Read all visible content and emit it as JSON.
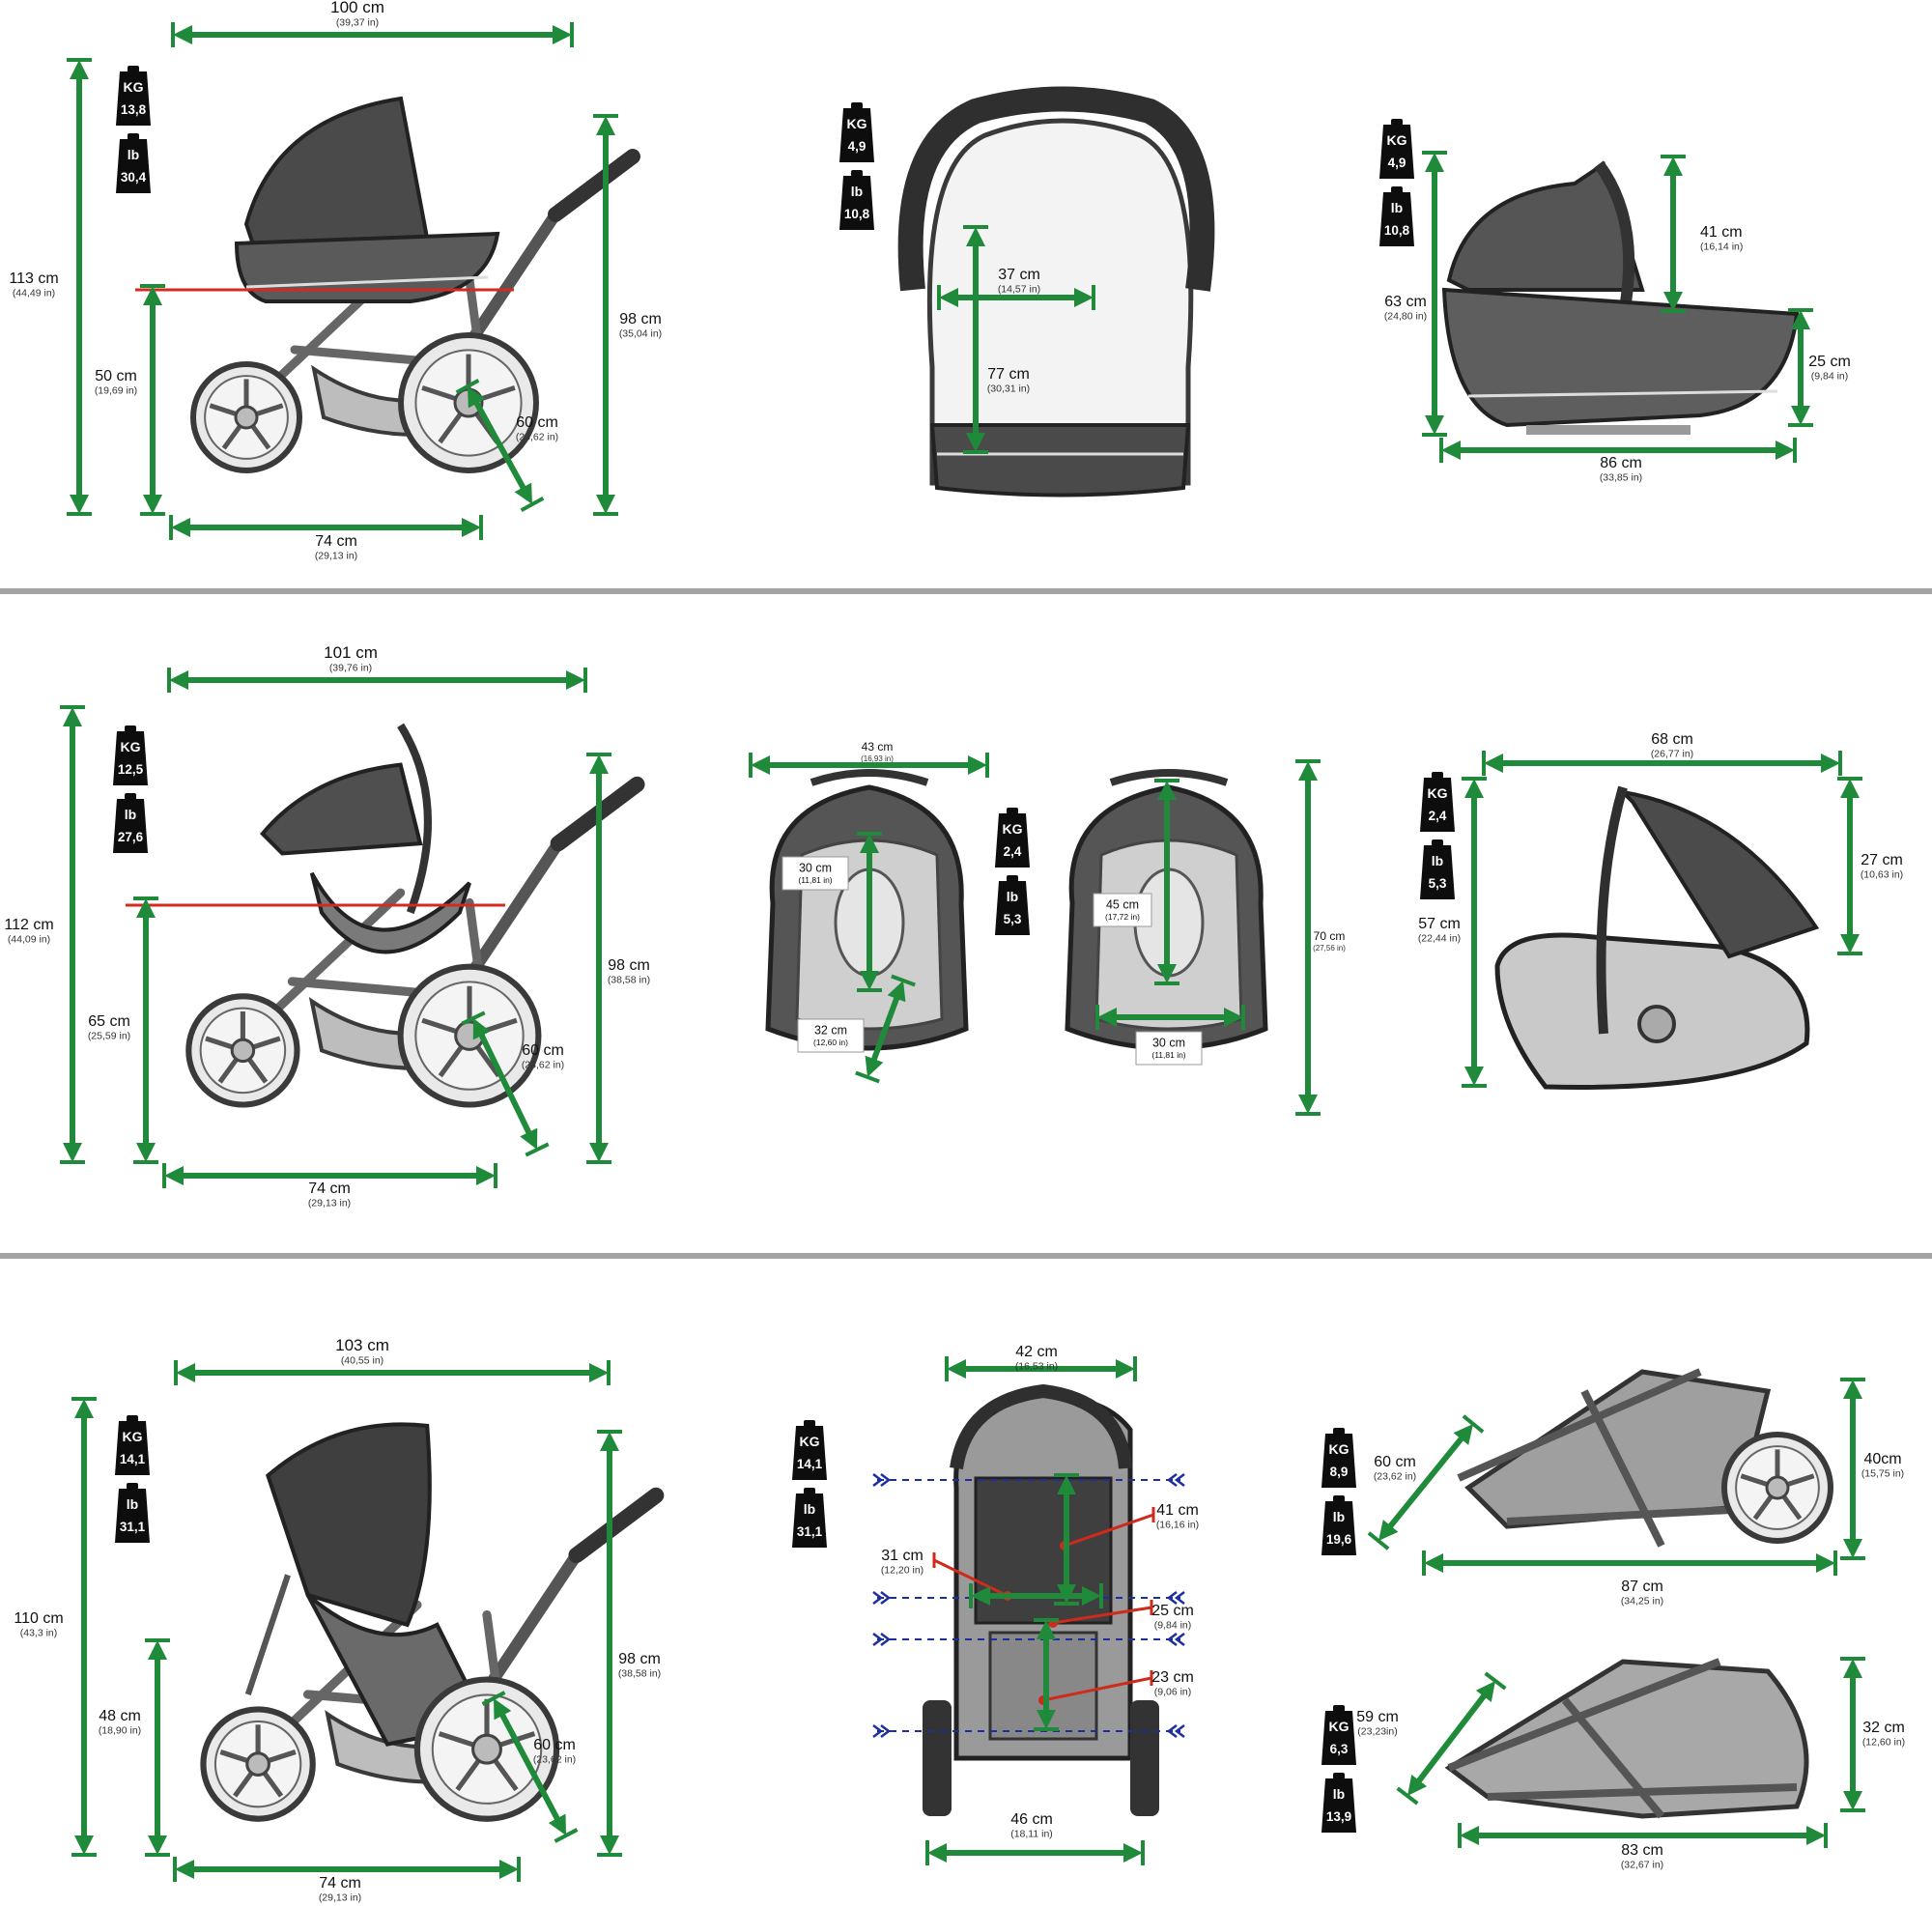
{
  "colors": {
    "arrow": "#1f8a3a",
    "reference_line": "#d42a1f",
    "callout": "#cf2a1c",
    "guide": "#1d2f9c",
    "divider": "#a3a3a3",
    "weight_tag": "#0d0d0d",
    "sketch": "#3a3a3a"
  },
  "icons": {
    "weight": "weight-icon"
  },
  "panels": [
    {
      "id": "r1-stroller",
      "weights": [
        {
          "unit": "KG",
          "value": "13,8"
        },
        {
          "unit": "lb",
          "value": "30,4"
        }
      ],
      "dims": [
        {
          "id": "length",
          "main": "100 cm",
          "sub": "(39,37 in)"
        },
        {
          "id": "height",
          "main": "113 cm",
          "sub": "(44,49 in)"
        },
        {
          "id": "seat",
          "main": "50 cm",
          "sub": "(19,69 in)"
        },
        {
          "id": "handle",
          "main": "98 cm",
          "sub": "(35,04 in)"
        },
        {
          "id": "wheel",
          "main": "60 cm",
          "sub": "(23,62 in)"
        },
        {
          "id": "base",
          "main": "74 cm",
          "sub": "(29,13 in)"
        }
      ]
    },
    {
      "id": "r1-carrycot-top",
      "weights": [
        {
          "unit": "KG",
          "value": "4,9"
        },
        {
          "unit": "lb",
          "value": "10,8"
        }
      ],
      "dims": [
        {
          "id": "width",
          "main": "37 cm",
          "sub": "(14,57 in)"
        },
        {
          "id": "length",
          "main": "77 cm",
          "sub": "(30,31 in)"
        }
      ]
    },
    {
      "id": "r1-carrycot-side",
      "weights": [
        {
          "unit": "KG",
          "value": "4,9"
        },
        {
          "unit": "lb",
          "value": "10,8"
        }
      ],
      "dims": [
        {
          "id": "hood",
          "main": "41 cm",
          "sub": "(16,14 in)"
        },
        {
          "id": "height",
          "main": "63 cm",
          "sub": "(24,80 in)"
        },
        {
          "id": "depth",
          "main": "25 cm",
          "sub": "(9,84 in)"
        },
        {
          "id": "length",
          "main": "86 cm",
          "sub": "(33,85 in)"
        }
      ]
    },
    {
      "id": "r2-stroller",
      "weights": [
        {
          "unit": "KG",
          "value": "12,5"
        },
        {
          "unit": "lb",
          "value": "27,6"
        }
      ],
      "dims": [
        {
          "id": "length",
          "main": "101 cm",
          "sub": "(39,76 in)"
        },
        {
          "id": "height",
          "main": "112 cm",
          "sub": "(44,09 in)"
        },
        {
          "id": "seat",
          "main": "65 cm",
          "sub": "(25,59 in)"
        },
        {
          "id": "handle",
          "main": "98 cm",
          "sub": "(38,58 in)"
        },
        {
          "id": "wheel",
          "main": "60 cm",
          "sub": "(23,62 in)"
        },
        {
          "id": "base",
          "main": "74 cm",
          "sub": "(29,13 in)"
        }
      ]
    },
    {
      "id": "r2-carseat-front",
      "weights": [
        {
          "unit": "KG",
          "value": "2,4"
        },
        {
          "unit": "lb",
          "value": "5,3"
        }
      ],
      "dims": [
        {
          "id": "width",
          "main": "43 cm",
          "sub": "(16,93 in)"
        },
        {
          "id": "back",
          "main": "30 cm",
          "sub": "(11,81 in)"
        },
        {
          "id": "seat",
          "main": "32 cm",
          "sub": "(12,60 in)"
        },
        {
          "id": "back2",
          "main": "45 cm",
          "sub": "(17,72 in)"
        },
        {
          "id": "seatw",
          "main": "30 cm",
          "sub": "(11,81 in)"
        },
        {
          "id": "height",
          "main": "70 cm",
          "sub": "(27,56 in)"
        }
      ]
    },
    {
      "id": "r2-carseat-side",
      "weights": [
        {
          "unit": "KG",
          "value": "2,4"
        },
        {
          "unit": "lb",
          "value": "5,3"
        }
      ],
      "dims": [
        {
          "id": "length",
          "main": "68 cm",
          "sub": "(26,77 in)"
        },
        {
          "id": "hood",
          "main": "27 cm",
          "sub": "(10,63 in)"
        },
        {
          "id": "height",
          "main": "57 cm",
          "sub": "(22,44 in)"
        }
      ]
    },
    {
      "id": "r3-stroller",
      "weights": [
        {
          "unit": "KG",
          "value": "14,1"
        },
        {
          "unit": "lb",
          "value": "31,1"
        }
      ],
      "dims": [
        {
          "id": "length",
          "main": "103 cm",
          "sub": "(40,55 in)"
        },
        {
          "id": "height",
          "main": "110 cm",
          "sub": "(43,3 in)"
        },
        {
          "id": "seat",
          "main": "48 cm",
          "sub": "(18,90 in)"
        },
        {
          "id": "handle",
          "main": "98 cm",
          "sub": "(38,58 in)"
        },
        {
          "id": "wheel",
          "main": "60 cm",
          "sub": "(23,62 in)"
        },
        {
          "id": "base",
          "main": "74 cm",
          "sub": "(29,13 in)"
        }
      ]
    },
    {
      "id": "r3-seat-front",
      "weights": [
        {
          "unit": "KG",
          "value": "14,1"
        },
        {
          "unit": "lb",
          "value": "31,1"
        }
      ],
      "dims": [
        {
          "id": "top",
          "main": "42 cm",
          "sub": "(16,53 in)"
        },
        {
          "id": "back",
          "main": "41 cm",
          "sub": "(16,16 in)"
        },
        {
          "id": "seatw",
          "main": "31 cm",
          "sub": "(12,20 in)"
        },
        {
          "id": "seat",
          "main": "25 cm",
          "sub": "(9,84 in)"
        },
        {
          "id": "foot",
          "main": "23 cm",
          "sub": "(9,06 in)"
        },
        {
          "id": "bottom",
          "main": "46 cm",
          "sub": "(18,11 in)"
        }
      ]
    },
    {
      "id": "r3-folded-a",
      "weights": [
        {
          "unit": "KG",
          "value": "8,9"
        },
        {
          "unit": "lb",
          "value": "19,6"
        }
      ],
      "dims": [
        {
          "id": "depth",
          "main": "60 cm",
          "sub": "(23,62 in)"
        },
        {
          "id": "height",
          "main": "40cm",
          "sub": "(15,75 in)"
        },
        {
          "id": "length",
          "main": "87 cm",
          "sub": "(34,25 in)"
        }
      ]
    },
    {
      "id": "r3-folded-b",
      "weights": [
        {
          "unit": "KG",
          "value": "6,3"
        },
        {
          "unit": "lb",
          "value": "13,9"
        }
      ],
      "dims": [
        {
          "id": "depth",
          "main": "59 cm",
          "sub": "(23,23in)"
        },
        {
          "id": "height",
          "main": "32 cm",
          "sub": "(12,60 in)"
        },
        {
          "id": "length",
          "main": "83 cm",
          "sub": "(32,67 in)"
        }
      ]
    }
  ]
}
